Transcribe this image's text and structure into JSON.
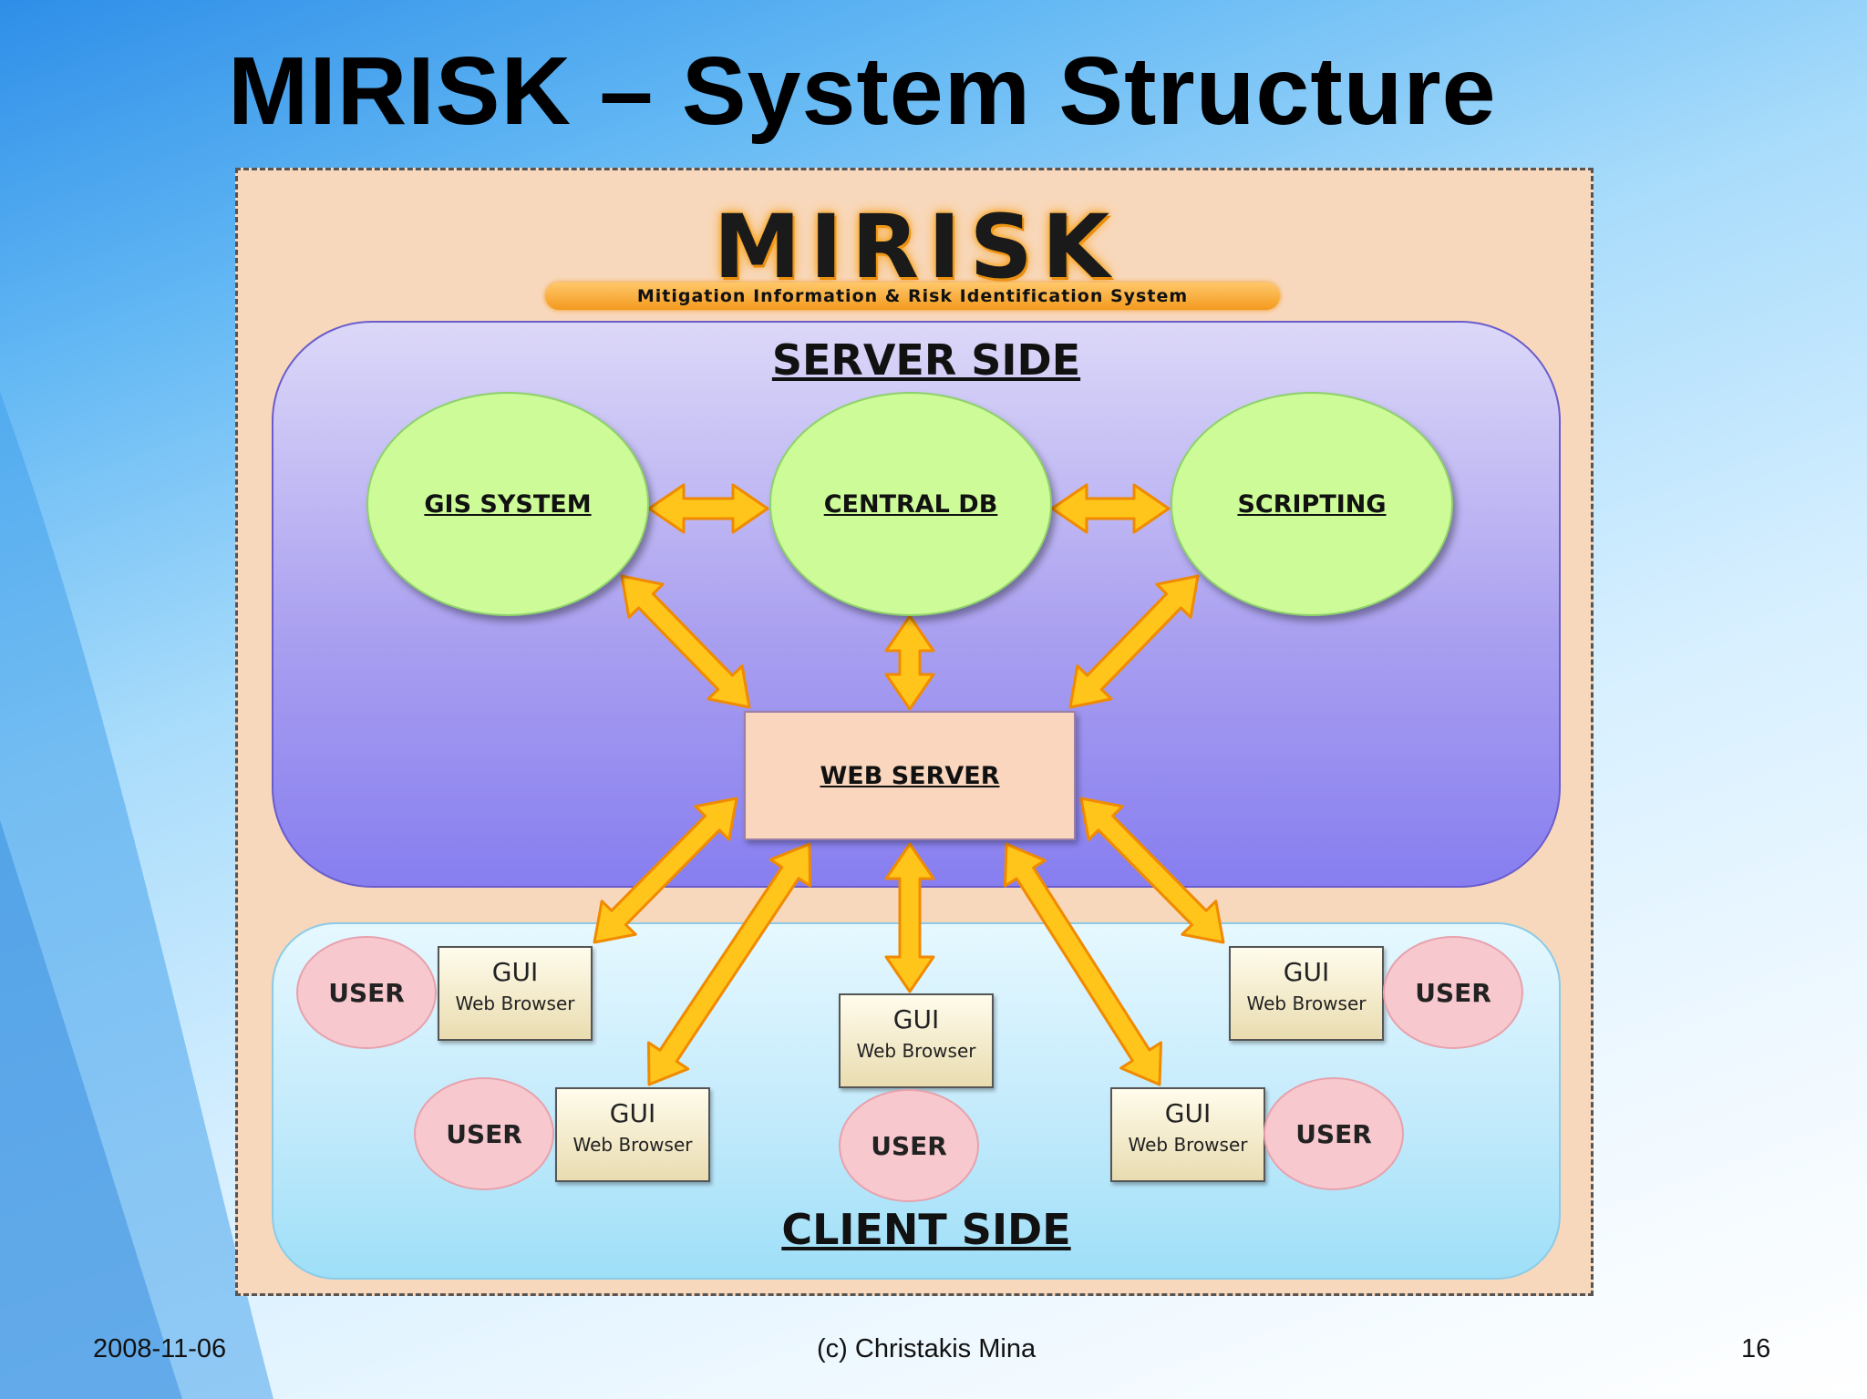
{
  "slide": {
    "title": "MIRISK – System Structure",
    "footer_date": "2008-11-06",
    "footer_author": "(c) Christakis Mina",
    "footer_page": "16"
  },
  "logo": {
    "word": "MIRISK",
    "subtitle": "Mitigation Information & Risk Identification System"
  },
  "diagram": {
    "server_label": "SERVER SIDE",
    "client_label": "CLIENT SIDE",
    "server_nodes": [
      "GIS SYSTEM",
      "CENTRAL DB",
      "SCRIPTING"
    ],
    "web_server": "WEB SERVER",
    "gui_title": "GUI",
    "gui_sub": "Web Browser",
    "user_label": "USER"
  },
  "colors": {
    "server_node_fill": "#ccfb98",
    "web_server_fill": "#f9d6bd",
    "user_fill": "#f8c8cf",
    "arrow_fill": "#ffc51a",
    "arrow_stroke": "#f08a00"
  }
}
